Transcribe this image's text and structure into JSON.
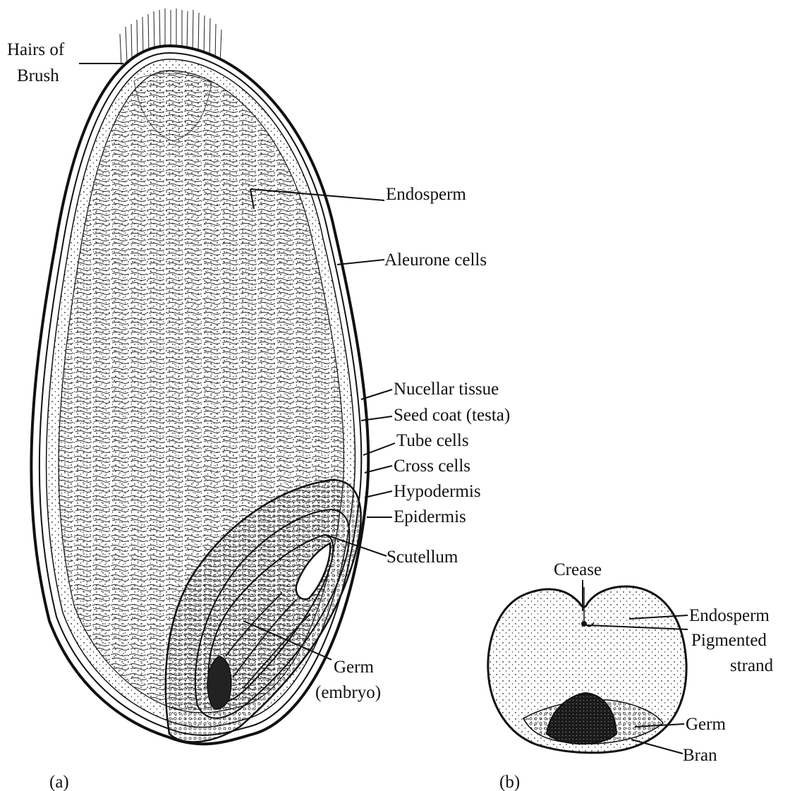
{
  "figure_a": {
    "labels": {
      "hairs_line1": "Hairs of",
      "hairs_line2": "Brush",
      "endosperm": "Endosperm",
      "aleurone": "Aleurone cells",
      "nucellar": "Nucellar tissue",
      "seed_coat": "Seed coat (testa)",
      "tube_cells": "Tube cells",
      "cross_cells": "Cross cells",
      "hypodermis": "Hypodermis",
      "epidermis": "Epidermis",
      "scutellum": "Scutellum",
      "germ_line1": "Germ",
      "germ_line2": "(embryo)"
    },
    "caption": "(a)"
  },
  "figure_b": {
    "labels": {
      "crease": "Crease",
      "endosperm": "Endosperm",
      "pigmented_line1": "Pigmented",
      "pigmented_line2": "strand",
      "germ": "Germ",
      "bran": "Bran"
    },
    "caption": "(b)"
  },
  "colors": {
    "ink": "#111111",
    "paper": "#ffffff"
  }
}
